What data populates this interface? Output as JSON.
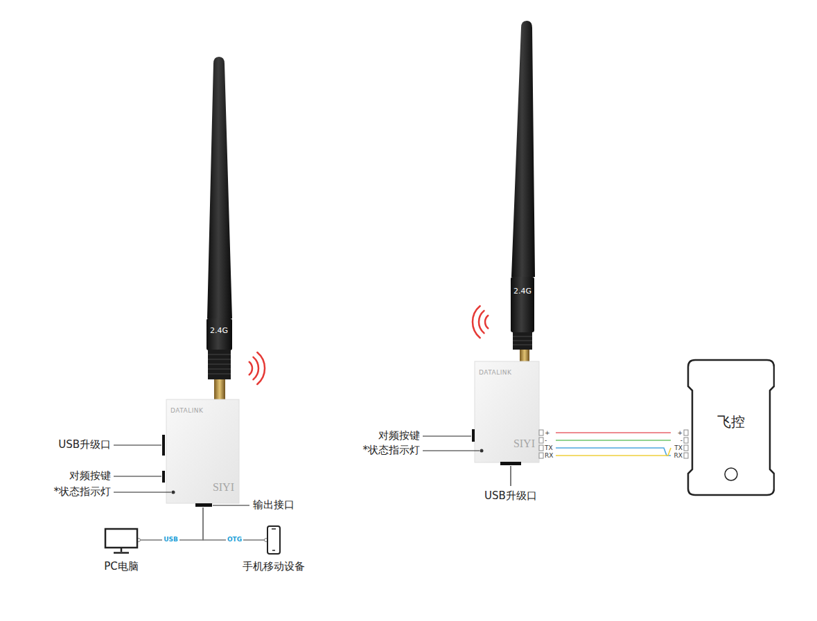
{
  "diagram": {
    "nodes": [
      {
        "text": [
          "DATALINK",
          "SIYI"
        ]
      },
      {
        "text": [
          "PC电脑"
        ]
      },
      {
        "text": [
          "手机移动设备"
        ]
      },
      {
        "text": [
          "DATALINK",
          "SIYI"
        ]
      },
      {
        "text": [
          "飞控"
        ]
      }
    ],
    "edges": [
      {
        "from": 0,
        "to": 1,
        "arrow": "none",
        "label": "USB"
      },
      {
        "from": 0,
        "to": 2,
        "arrow": "none",
        "label": "OTG"
      },
      {
        "from": 3,
        "to": 4,
        "arrow": "none"
      },
      {
        "from": 3,
        "to": 4,
        "arrow": "none"
      },
      {
        "from": 3,
        "to": 4,
        "arrow": "none"
      },
      {
        "from": 3,
        "to": 4,
        "arrow": "none"
      }
    ],
    "labels": [
      "2.4G",
      "USB升级口",
      "对频按键",
      "*状态指示灯",
      "输出接口",
      "2.4G",
      "对频按键",
      "*状态指示灯",
      "USB升级口",
      "+",
      "-",
      "TX",
      "RX",
      "+",
      "-",
      "TX",
      "RX"
    ]
  }
}
